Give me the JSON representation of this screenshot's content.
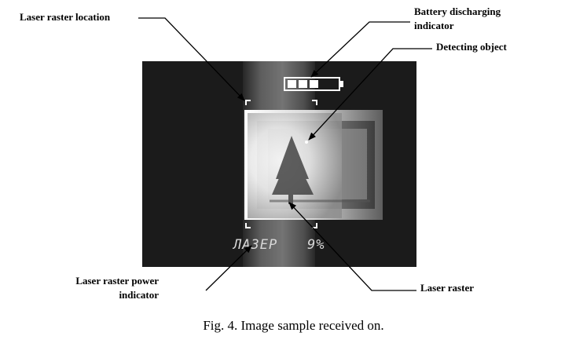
{
  "labels": {
    "laser_raster_location": "Laser raster location",
    "battery_line1": "Battery discharging",
    "battery_line2": "indicator",
    "detecting_object": "Detecting object",
    "power_line1": "Laser raster power",
    "power_line2": "indicator",
    "laser_raster": "Laser raster"
  },
  "osd": {
    "laser_text": "ЛАЗЕР",
    "power_value": "9%",
    "battery_segments": 3
  },
  "caption": "Fig. 4. Image sample received on."
}
